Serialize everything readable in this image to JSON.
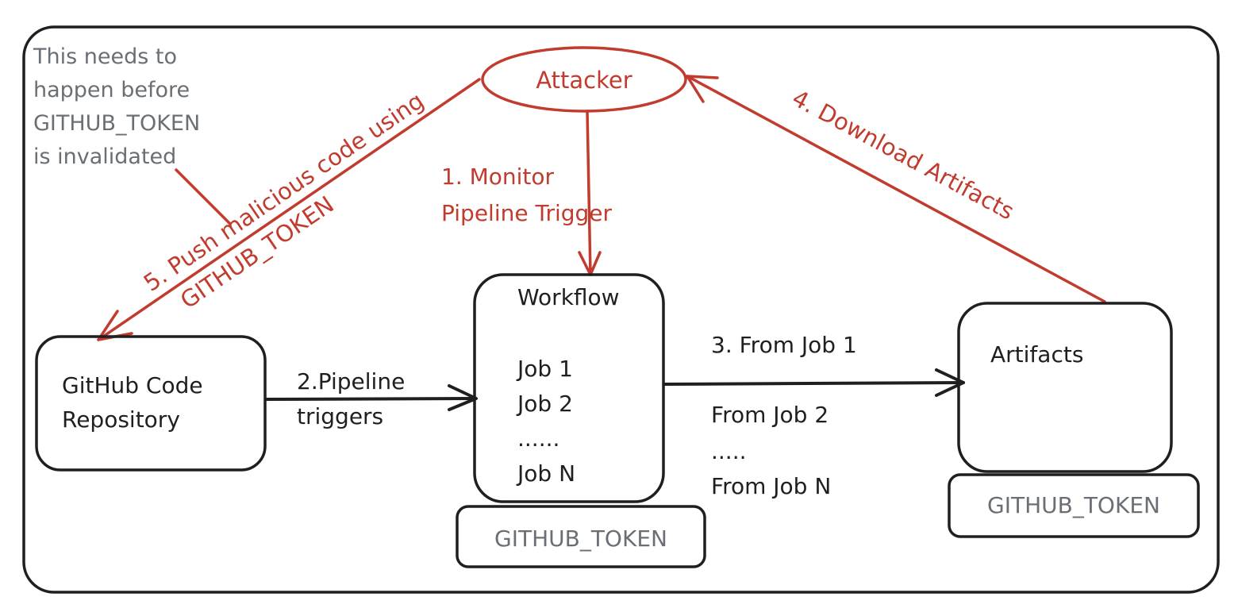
{
  "note": {
    "lines": [
      "This needs to",
      "happen before",
      "GITHUB_TOKEN",
      "is invalidated"
    ]
  },
  "attacker": {
    "label": "Attacker"
  },
  "repo": {
    "lines": [
      "GitHub Code",
      "Repository"
    ]
  },
  "workflow": {
    "title": "Workflow",
    "jobs": [
      "Job 1",
      "Job 2",
      "......",
      "Job N"
    ],
    "token": "GITHUB_TOKEN"
  },
  "artifacts": {
    "title": "Artifacts",
    "token": "GITHUB_TOKEN"
  },
  "steps": {
    "step1": [
      "1. Monitor",
      "Pipeline Trigger"
    ],
    "step2": [
      "2.Pipeline",
      "triggers"
    ],
    "step3": [
      "3. From Job 1",
      "From Job 2",
      ".....",
      "From Job N"
    ],
    "step4": "4. Download Artifacts",
    "step5": [
      "5. Push malicious code using",
      "GITHUB_TOKEN"
    ]
  },
  "colors": {
    "attack": "#c13b2e",
    "normal": "#1f1f1f",
    "note": "#6a6f75"
  }
}
